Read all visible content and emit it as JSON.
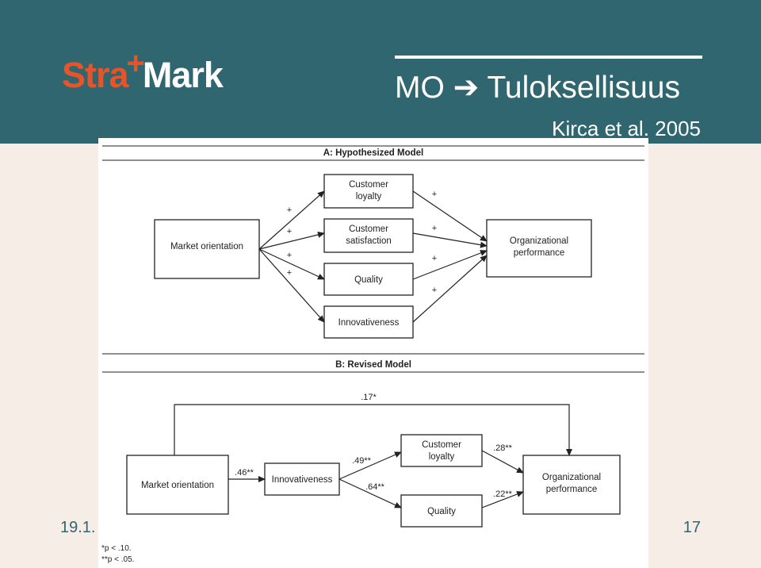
{
  "header": {
    "logo": {
      "part1": "Stra",
      "plus": "+",
      "part2": "Mark"
    },
    "title_left": "MO",
    "title_arrow": "➔",
    "title_right": "Tuloksellisuus",
    "subtitle": "Kirca et al. 2005"
  },
  "footer": {
    "date": "19.1.",
    "page": "17"
  },
  "figure": {
    "panel_a": {
      "header": "A: Hypothesized Model",
      "source": "Market orientation",
      "mediators": [
        {
          "line1": "Customer",
          "line2": "loyalty"
        },
        {
          "line1": "Customer",
          "line2": "satisfaction"
        },
        {
          "line1": "Quality",
          "line2": ""
        },
        {
          "line1": "Innovativeness",
          "line2": ""
        }
      ],
      "outcome": {
        "line1": "Organizational",
        "line2": "performance"
      },
      "signs": [
        "+",
        "+",
        "+",
        "+",
        "+",
        "+",
        "+",
        "+"
      ]
    },
    "panel_b": {
      "header": "B: Revised Model",
      "source": "Market orientation",
      "innovativeness": "Innovativeness",
      "loyalty": {
        "line1": "Customer",
        "line2": "loyalty"
      },
      "quality": "Quality",
      "outcome": {
        "line1": "Organizational",
        "line2": "performance"
      },
      "coefficients": {
        "direct": ".17*",
        "mo_innov": ".46**",
        "innov_loyalty": ".49**",
        "innov_quality": ".64**",
        "loyalty_perf": ".28**",
        "quality_perf": ".22**"
      },
      "notes": [
        "*p < .10.",
        "**p < .05."
      ]
    }
  }
}
